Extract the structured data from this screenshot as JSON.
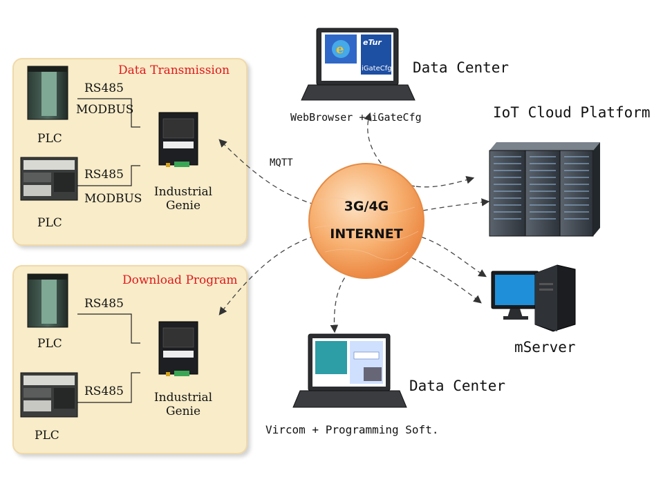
{
  "panels": {
    "top": {
      "title": "Data Transmission",
      "plc1": {
        "label": "PLC",
        "link_top": "RS485",
        "link_bottom": "MODBUS"
      },
      "plc2": {
        "label": "PLC",
        "link_top": "RS485",
        "link_bottom": "MODBUS"
      },
      "gateway": {
        "label_line1": "Industrial",
        "label_line2": "Genie"
      }
    },
    "bottom": {
      "title": "Download Program",
      "plc1": {
        "label": "PLC",
        "link_top": "RS485"
      },
      "plc2": {
        "label": "PLC",
        "link_top": "RS485"
      },
      "gateway": {
        "label_line1": "Industrial",
        "label_line2": "Genie"
      }
    }
  },
  "hub": {
    "line1": "3G/4G",
    "line2": "INTERNET"
  },
  "mqtt_label": "MQTT",
  "top_laptop": {
    "title": "Data Center",
    "caption": "WebBrowser + iGateCfg",
    "app_label": "iGateCfg",
    "app_badge": "eTur"
  },
  "cloud": {
    "title": "IoT Cloud Platform"
  },
  "mserver": {
    "label": "mServer"
  },
  "bottom_laptop": {
    "title": "Data Center",
    "caption": "Vircom + Programming Soft."
  },
  "colors": {
    "panel_bg": "#f8ecc9",
    "panel_border": "#f0d9a9",
    "title_red": "#e0181b",
    "globe": "#f4a055"
  }
}
